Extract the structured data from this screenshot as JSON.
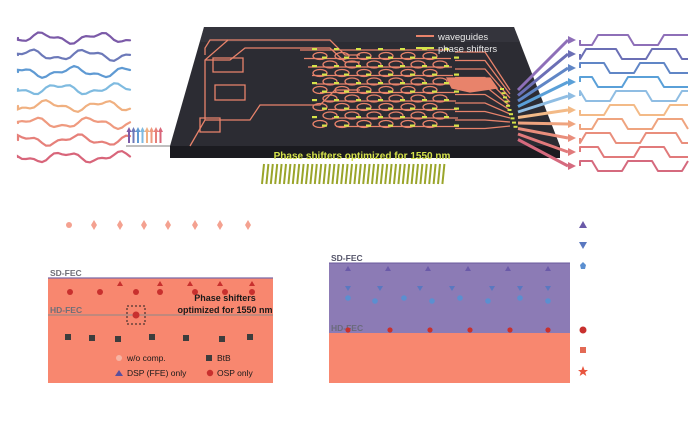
{
  "chip": {
    "legend_waveguides": "waveguides",
    "legend_phase_shifters": "phase shifters",
    "optimized_label": "Phase shifters optimized for 1550 nm"
  },
  "plot_left": {
    "fec_top": "SD-FEC",
    "fec_mid": "HD-FEC",
    "annotation": "Phase shifters\noptimized for 1550 nm",
    "legend": [
      {
        "label": "w/o comp.",
        "marker": "circle"
      },
      {
        "label": "BtB",
        "marker": "square"
      },
      {
        "label": "DSP (FFE) only",
        "marker": "triangle"
      },
      {
        "label": "OSP only",
        "marker": "circle"
      }
    ]
  },
  "plot_right": {
    "fec_top": "SD-FEC",
    "fec_mid": "HD-FEC"
  },
  "colors": {
    "salmon": "#f8876f",
    "purple": "#8c7bb5",
    "chip_dark": "#2c2c33",
    "waveguide": "#e8836b",
    "phase_shifter": "#d6e34a"
  }
}
